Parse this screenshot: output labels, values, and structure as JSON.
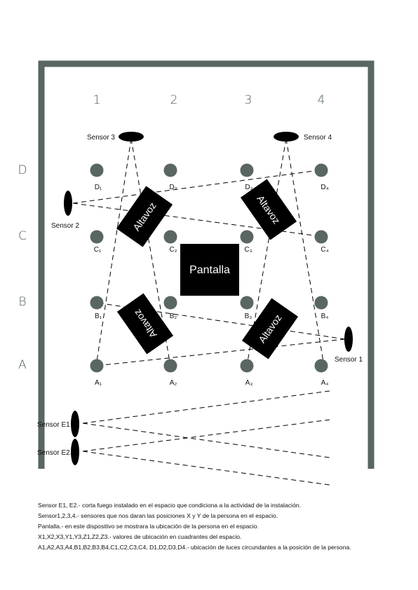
{
  "columns": [
    "1",
    "2",
    "3",
    "4"
  ],
  "rows": [
    "D",
    "C",
    "B",
    "A"
  ],
  "lights": [
    [
      "D₁",
      "D₂",
      "D₃",
      "D₄"
    ],
    [
      "C₁",
      "C₂",
      "C₃",
      "C₄"
    ],
    [
      "B₁",
      "B₂",
      "B₃",
      "B₄"
    ],
    [
      "A₁",
      "A₂",
      "A₃",
      "A₄"
    ]
  ],
  "sensors": {
    "s1": "Sensor 1",
    "s2": "Sensor 2",
    "s3": "Sensor 3",
    "s4": "Sensor 4",
    "e1": "Sensor E1",
    "e2": "Sensor E2"
  },
  "speaker_label": "Altavoz",
  "screen_label": "Pantalla",
  "colors": {
    "wall": "#5a6663",
    "light": "#5a6663",
    "ink": "#000000"
  },
  "notes": [
    "Sensor E1, E2.- corta fuego instalado en el espacio que condiciona a la actividad de la instalación.",
    "Sensor1,2,3,4.- sensores que nos daran las posiciones X y  Y de la persona en el espacio.",
    "Pantalla.- en este dispositivo se mostrara la ubicación de la persona en el espacio.",
    "X1,X2,X3,Y1,Y3,Z1,Z2,Z3.- valores de ubicación en cuadrantes del espacio.",
    "A1,A2,A3,A4,B1,B2,B3,B4,C1,C2,C3,C4, D1,D2,D3,D4.- ubicación de luces circundantes a la posición de la persona."
  ]
}
